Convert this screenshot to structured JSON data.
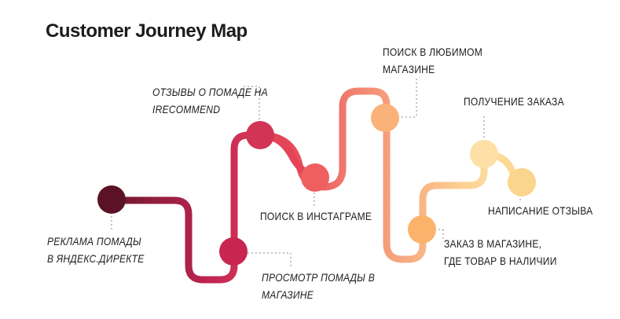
{
  "title": "Customer Journey Map",
  "stages": [
    {
      "id": "ad",
      "lines": [
        "РЕКЛАМА ПОМАДЫ",
        "В ЯНДЕКС.ДИРЕКТЕ"
      ],
      "color": "#5c1226"
    },
    {
      "id": "view",
      "lines": [
        "ПРОСМОТР ПОМАДЫ В",
        "МАГАЗИНЕ"
      ],
      "color": "#c8264f"
    },
    {
      "id": "reviews",
      "lines": [
        "ОТЗЫВЫ О ПОМАДЕ НА",
        "IRECOMMEND"
      ],
      "color": "#d23455"
    },
    {
      "id": "insta",
      "lines": [
        "ПОИСК В ИНСТАГРАМЕ"
      ],
      "color": "#ef5f5f"
    },
    {
      "id": "fav",
      "lines": [
        "ПОИСК В ЛЮБИМОМ",
        "МАГАЗИНЕ"
      ],
      "color": "#fbb27a"
    },
    {
      "id": "order",
      "lines": [
        "ЗАКАЗ В МАГАЗИНЕ,",
        "ГДЕ ТОВАР В НАЛИЧИИ"
      ],
      "color": "#fbb36c"
    },
    {
      "id": "receive",
      "lines": [
        "ПОЛУЧЕНИЕ ЗАКАЗА"
      ],
      "color": "#fde0a6"
    },
    {
      "id": "review",
      "lines": [
        "НАПИСАНИЕ ОТЗЫВА"
      ],
      "color": "#fbd58c"
    }
  ]
}
